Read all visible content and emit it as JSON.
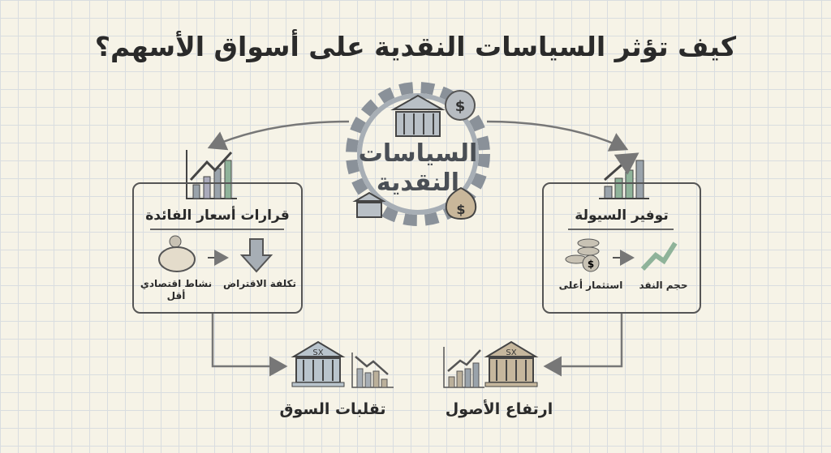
{
  "title": "كيف تؤثر السياسات النقدية على أسواق الأسهم؟",
  "center": {
    "label_line1": "السياسات",
    "label_line2": "النقدية",
    "icon": "gear-bank-icon"
  },
  "left_box": {
    "title": "قرارات أسعار الفائدة",
    "items": [
      {
        "label": "تكلفة الاقتراض",
        "icon": "down-arrow-icon"
      },
      {
        "label": "نشاط اقتصادي أقل",
        "icon": "piggy-bank-icon"
      }
    ]
  },
  "right_box": {
    "title": "توفير السيولة",
    "items": [
      {
        "label": "حجم النقد",
        "icon": "trend-up-arrow-icon"
      },
      {
        "label": "استثمار أعلى",
        "icon": "coins-icon"
      }
    ]
  },
  "bottom_left": {
    "label": "تقلبات السوق",
    "building_text": "SX"
  },
  "bottom_right": {
    "label": "ارتفاع الأصول",
    "building_text": "SX"
  },
  "colors": {
    "background": "#f6f3e7",
    "ink": "#2a2a2a",
    "steel": "#9aa3ab",
    "bronze": "#b5a58a",
    "green": "#8fb39a"
  }
}
